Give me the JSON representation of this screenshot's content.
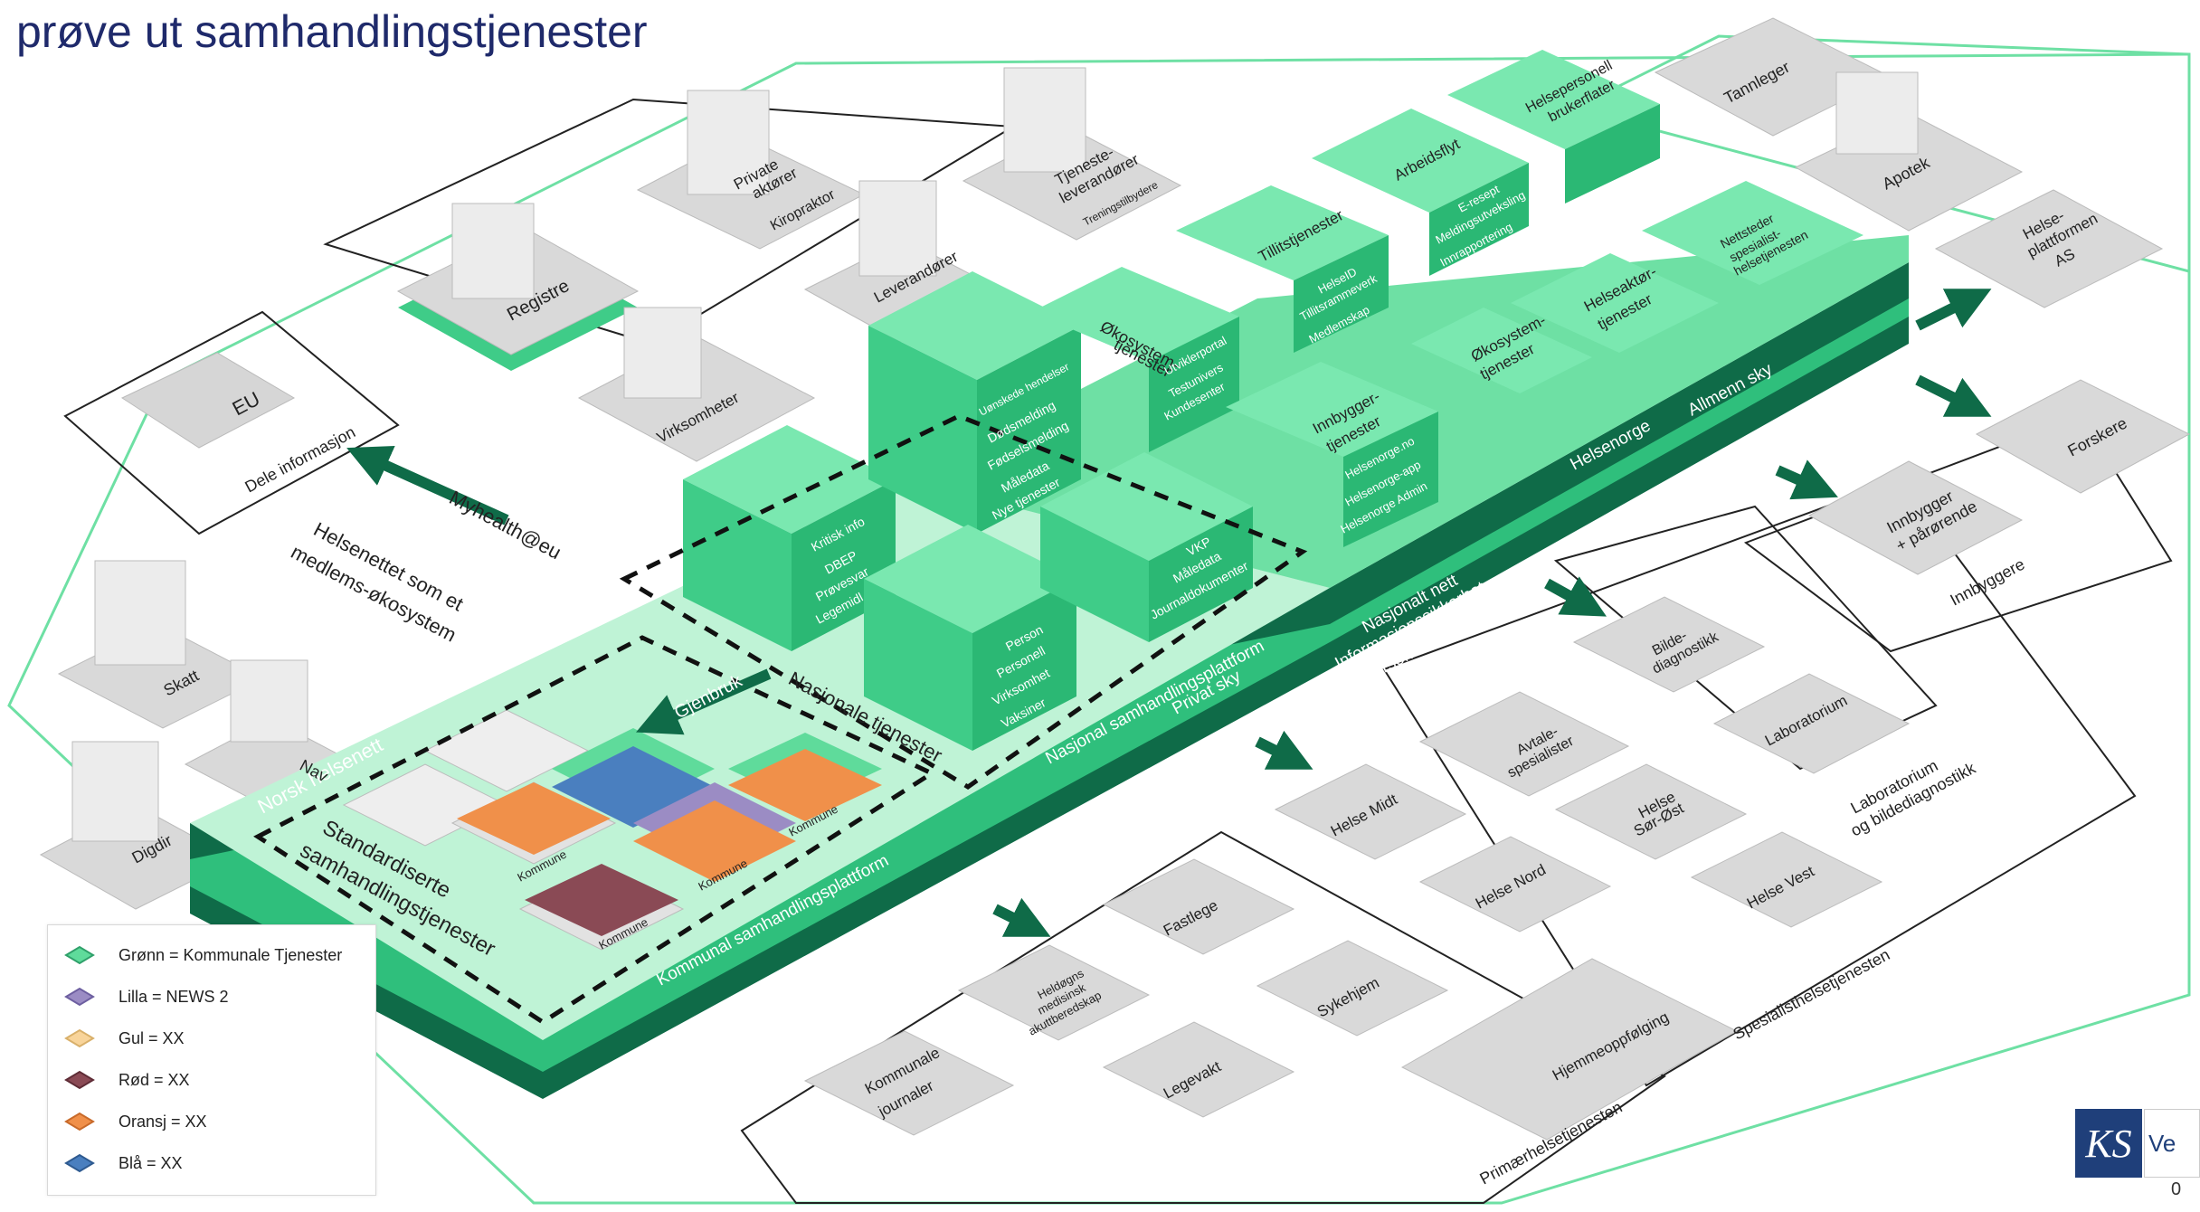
{
  "title": "prøve ut samhandlingstjenester",
  "regions": {
    "eu": "EU",
    "dele_info": "Dele informasjon",
    "myhealth": "Myhealth@eu",
    "helsenettet": [
      "Helsenettet som et",
      "medlems-økosystem"
    ],
    "norsk_helsenett": "Norsk helsenett",
    "standardiserte": [
      "Standardiserte",
      "samhandlingstjenester"
    ],
    "kommunal_plattform": "Kommunal samhandlingsplattform",
    "nasjonale_tjenester": "Nasjonale tjenester",
    "nasjonal_plattform": "Nasjonal samhandlingsplattform",
    "privat_sky": "Privat sky",
    "nasjonalt_nett": "Nasjonalt nett",
    "informasjonssikkerhet": "Informasjonssikkerhet",
    "personvern": "Personvern",
    "helsenorge": "Helsenorge",
    "allmenn_sky": "Allmenn sky",
    "gjenbruk": "Gjenbruk",
    "kommune": "Kommune",
    "innbyggere": "Innbyggere",
    "innbygger_parorende": [
      "Innbygger",
      "+ pårørende"
    ],
    "primaerhelse": "Primærhelsetjenesten",
    "spesialist": "Spesialisthelsetjenesten",
    "lab_region": [
      "Laboratorium",
      "og bildediagnostikk"
    ]
  },
  "outer_actors": {
    "private": [
      "Private",
      "aktører"
    ],
    "kiropraktor": "Kiropraktor",
    "tjenesteleverandorer": [
      "Tjeneste-",
      "leverandører"
    ],
    "treningstilbydere": "Treningstilbydere",
    "registre": "Registre",
    "leverandorer": "Leverandører",
    "virksomheter": "Virksomheter",
    "tannleger": "Tannleger",
    "apotek": "Apotek",
    "helseplattformen": [
      "Helse-",
      "plattformen",
      "AS"
    ],
    "forskere": "Forskere",
    "skatt": "Skatt",
    "nav": "Nav",
    "digdir": "Digdir"
  },
  "national_stacks": {
    "stack1": [
      "Kritisk info",
      "DBEP",
      "Prøvesvar",
      "Legemidl"
    ],
    "stack2": [
      "Uønskede hendelser",
      "Dødsmelding",
      "Fødselsmelding",
      "Måledata",
      "Nye tjenester"
    ],
    "stack3": [
      "Person",
      "Personell",
      "Virksomhet",
      "Vaksiner"
    ],
    "stack4": [
      "VKP",
      "Måledata",
      "Journaldokumenter"
    ],
    "okosystem": [
      "Økosystem-",
      "tjenester"
    ],
    "okosystem_items": [
      "Utviklerportal",
      "Testunivers",
      "Kundesenter"
    ],
    "tillit": "Tillitstjenester",
    "tillit_items": [
      "HelseID",
      "Tillitsrammeverk",
      "Medlemskap"
    ],
    "arbeidsflyt": "Arbeidsflyt",
    "arbeidsflyt_items": [
      "E-resept",
      "Meldingsutveksling",
      "Innrapportering"
    ],
    "brukerflater": [
      "Helsepersonell",
      "brukerflater"
    ],
    "innbyggertjenester": [
      "Innbygger-",
      "tjenester"
    ],
    "innbygger_items": [
      "Helsenorge.no",
      "Helsenorge-app",
      "Helsenorge Admin"
    ],
    "okosystem2": [
      "Økosystem-",
      "tjenester"
    ],
    "helseaktor": [
      "Helseaktør-",
      "tjenester"
    ],
    "nettsteder": [
      "Nettsteder",
      "spesialist-",
      "helsetjenesten"
    ]
  },
  "care_tiles": {
    "bildediagnostikk": [
      "Bilde-",
      "diagnostikk"
    ],
    "laboratorium": "Laboratorium",
    "avtalespesialister": [
      "Avtale-",
      "spesialister"
    ],
    "helse_midt": "Helse Midt",
    "helse_sor_ost": [
      "Helse",
      "Sør-Øst"
    ],
    "helse_nord": "Helse Nord",
    "helse_vest": "Helse Vest",
    "fastlege": "Fastlege",
    "sykehjem": "Sykehjem",
    "hjemmeoppfolging": "Hjemmeoppfølging",
    "legevakt": "Legevakt",
    "kommunale_journaler": [
      "Kommunale",
      "journaler"
    ],
    "heldogns": [
      "Heldøgns",
      "medisinsk",
      "akuttberedskap"
    ]
  },
  "legend": [
    {
      "label": "Grønn = Kommunale Tjenester",
      "color": "#5fdb9b"
    },
    {
      "label": "Lilla = NEWS 2",
      "color": "#9b8cc4"
    },
    {
      "label": "Gul = XX",
      "color": "#f8d49a"
    },
    {
      "label": "Rød = XX",
      "color": "#8a4a55"
    },
    {
      "label": "Oransj = XX",
      "color": "#f0904a"
    },
    {
      "label": "Blå = XX",
      "color": "#4a7fbf"
    }
  ],
  "logo": {
    "ks": "KS",
    "ve": "Ve",
    "digit": "0"
  },
  "colors": {
    "green": "#6ee0a4",
    "green_dark": "#0f6b48",
    "grey": "#d9d9d9",
    "navy": "#1f2a6b"
  }
}
